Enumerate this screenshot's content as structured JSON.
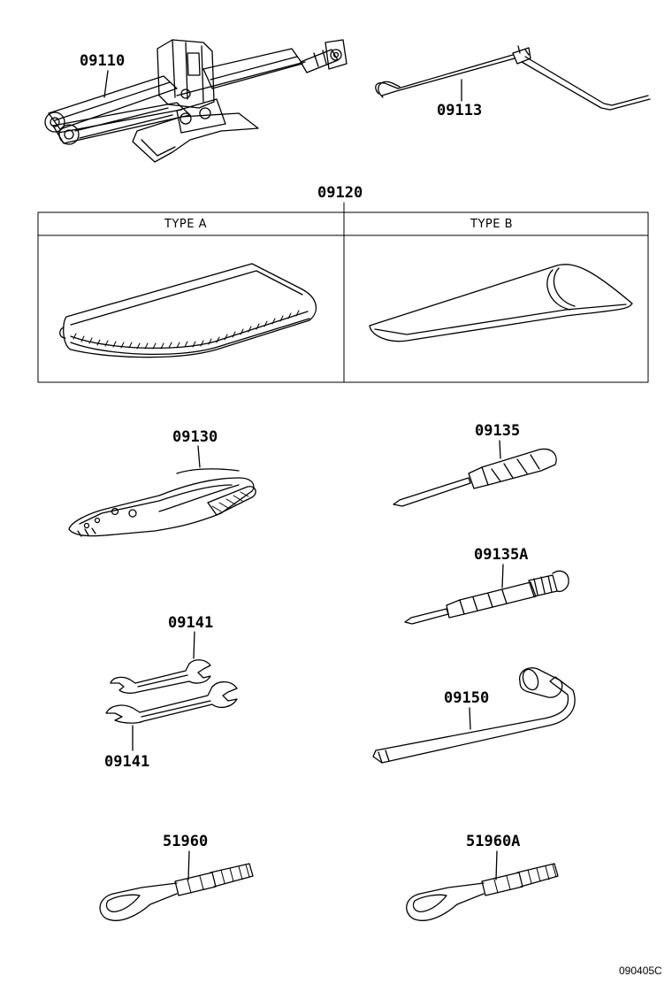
{
  "parts": {
    "jack": "09110",
    "jack_handle": "09113",
    "tool_bag": "09120",
    "pliers": "09130",
    "screwdriver": "09135",
    "screwdriver_alt": "09135A",
    "wrench_upper": "09141",
    "wrench_lower": "09141",
    "lug_wrench": "09150",
    "towing_eye": "51960",
    "towing_eye_alt": "51960A"
  },
  "table": {
    "type_a": "TYPE  A",
    "type_b": "TYPE  B"
  },
  "diagram_code": "090405C"
}
